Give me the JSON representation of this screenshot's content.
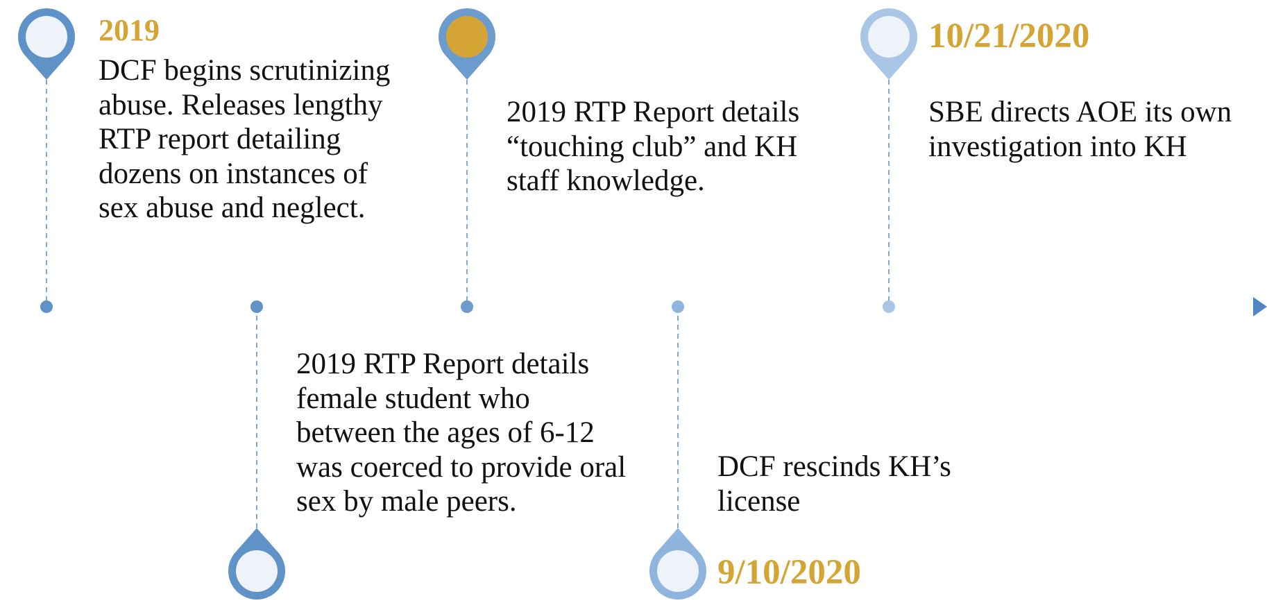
{
  "colors": {
    "axis": "#5F93C8",
    "dash": "#7FA8D6",
    "date_text": "#D4A535",
    "body_text": "#111111",
    "pin_inner": "#EEF3FA"
  },
  "events": [
    {
      "id": "event-1",
      "date": "2019",
      "text": "DCF begins scrutinizing abuse. Releases lengthy RTP report detailing dozens on instances of sex abuse and neglect.",
      "pin_color": "#5F93C8",
      "pin_fill": "#EEF3FA",
      "position": "above"
    },
    {
      "id": "event-2",
      "date": "",
      "text": "2019 RTP Report details female student who between the ages of 6-12 was coerced to provide oral sex by male peers.",
      "pin_color": "#5F93C8",
      "pin_fill": "#EEF3FA",
      "position": "below"
    },
    {
      "id": "event-3",
      "date": "",
      "text": "2019 RTP Report details “touching club” and KH staff knowledge.",
      "pin_color": "#6C9BCE",
      "pin_fill": "#D4A535",
      "position": "above"
    },
    {
      "id": "event-4",
      "date": "9/10/2020",
      "text": "DCF rescinds KH’s license",
      "pin_color": "#8FB4DD",
      "pin_fill": "#EEF3FA",
      "position": "below"
    },
    {
      "id": "event-5",
      "date": "10/21/2020",
      "text": "SBE directs AOE its own investigation into KH",
      "pin_color": "#A9C6E6",
      "pin_fill": "#EEF3FA",
      "position": "above"
    }
  ]
}
